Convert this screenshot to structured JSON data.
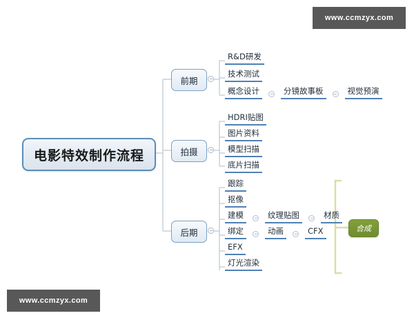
{
  "diagram": {
    "type": "mindmap",
    "root": {
      "label": "电影特效制作流程"
    },
    "branches": [
      {
        "label": "前期",
        "items": [
          {
            "chain": [
              "R&D研发"
            ]
          },
          {
            "chain": [
              "技术测试"
            ]
          },
          {
            "chain": [
              "概念设计",
              "分镜故事板",
              "视觉预演"
            ]
          }
        ]
      },
      {
        "label": "拍摄",
        "items": [
          {
            "chain": [
              "HDRI贴图"
            ]
          },
          {
            "chain": [
              "图片资料"
            ]
          },
          {
            "chain": [
              "模型扫描"
            ]
          },
          {
            "chain": [
              "底片扫描"
            ]
          }
        ]
      },
      {
        "label": "后期",
        "items": [
          {
            "chain": [
              "跟踪"
            ]
          },
          {
            "chain": [
              "抠像"
            ]
          },
          {
            "chain": [
              "建模",
              "纹理贴图",
              "材质"
            ]
          },
          {
            "chain": [
              "绑定",
              "动画",
              "CFX"
            ]
          },
          {
            "chain": [
              "EFX"
            ]
          },
          {
            "chain": [
              "灯光渲染"
            ]
          }
        ]
      }
    ],
    "summary": {
      "label": "合成",
      "color": "#72903a"
    },
    "colors": {
      "root_border": "#5b8db8",
      "branch_border": "#7a9fc0",
      "leaf_underline": "#4f80b4",
      "connector": "#b9c6d3",
      "summary_bracket": "#d9dda6",
      "summary_fill": "#72903a"
    }
  },
  "watermark": {
    "top": "www.ccmzyx.com",
    "bottom": "www.ccmzyx.com"
  },
  "leaf_rows": {
    "pre_0": {
      "a": "R&D研发"
    },
    "pre_1": {
      "a": "技术测试"
    },
    "pre_2": {
      "a": "概念设计",
      "b": "分镜故事板",
      "c": "视觉预演"
    },
    "shot_0": {
      "a": "HDRI贴图"
    },
    "shot_1": {
      "a": "图片资料"
    },
    "shot_2": {
      "a": "模型扫描"
    },
    "shot_3": {
      "a": "底片扫描"
    },
    "post_0": {
      "a": "跟踪"
    },
    "post_1": {
      "a": "抠像"
    },
    "post_2": {
      "a": "建模",
      "b": "纹理贴图",
      "c": "材质"
    },
    "post_3": {
      "a": "绑定",
      "b": "动画",
      "c": "CFX"
    },
    "post_4": {
      "a": "EFX"
    },
    "post_5": {
      "a": "灯光渲染"
    }
  }
}
